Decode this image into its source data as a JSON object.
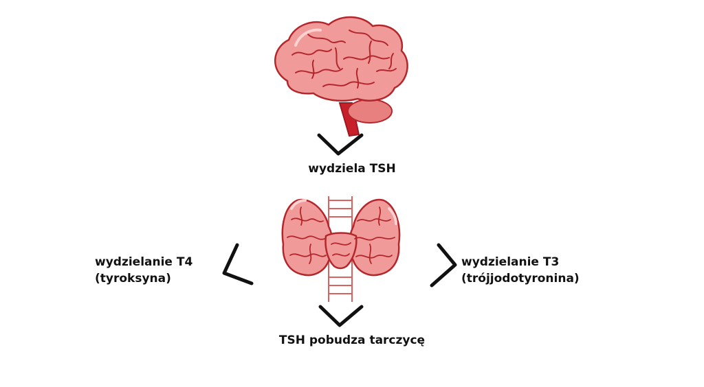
{
  "labels": {
    "tsh_secretion": "wydziela TSH",
    "tsh_stimulates": "TSH pobudza tarczycę",
    "t4_line1": "wydzielanie T4",
    "t4_line2": "(tyroksyna)",
    "t3_line1": "wydzielanie T3",
    "t3_line2": "(trójjodotyronina)"
  },
  "icons": {
    "brain": "brain-icon",
    "thyroid": "thyroid-icon",
    "arrow": "chevron-arrow-icon"
  },
  "colors": {
    "organ_fill": "#f19a9a",
    "organ_light": "#f7b7b5",
    "organ_vein": "#b3262c",
    "stem": "#c8202a",
    "cerebellum": "#e88080",
    "arrow": "#111111",
    "text": "#111111"
  }
}
